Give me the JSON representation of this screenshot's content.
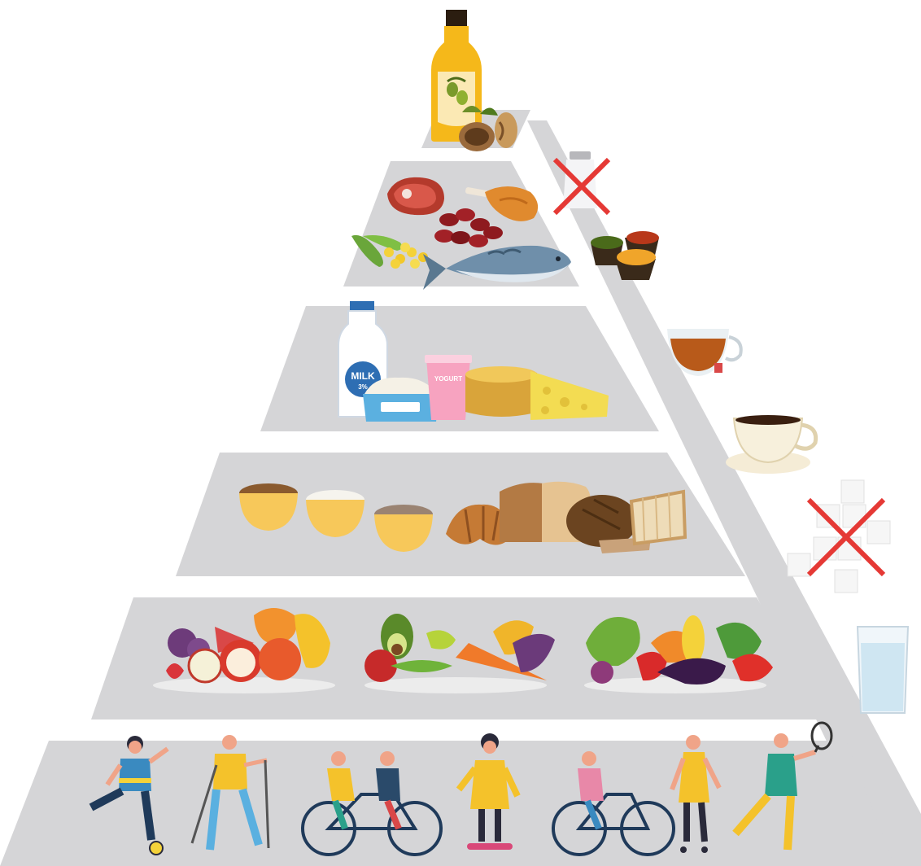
{
  "pyramid": {
    "tiers": [
      {
        "id": "oils-nuts",
        "items": [
          "olive-oil-bottle",
          "walnuts",
          "olive-leaves"
        ]
      },
      {
        "id": "protein",
        "items": [
          "steak",
          "chicken-drumstick",
          "kidney-beans",
          "edamame-pods",
          "chickpeas",
          "fish"
        ]
      },
      {
        "id": "dairy",
        "items": [
          "milk-bottle",
          "cottage-cheese",
          "yogurt-cup",
          "cheese-wheel",
          "cheese-wedge"
        ]
      },
      {
        "id": "grains",
        "items": [
          "buckwheat-bowl",
          "rice-bowl",
          "wild-rice-bowl",
          "croissant",
          "bread-loaf",
          "rye-bread",
          "sliced-bread"
        ]
      },
      {
        "id": "fruits-vegetables",
        "items": [
          "fruit-platter",
          "vegetable-platter",
          "mixed-vegetable-platter"
        ]
      },
      {
        "id": "physical-activity",
        "items": [
          "soccer-player",
          "nordic-walker",
          "tandem-cyclists",
          "skateboarder",
          "cyclist",
          "roller-skater",
          "tennis-player"
        ]
      }
    ],
    "side_column": [
      {
        "id": "salt-shaker",
        "crossed_out": true
      },
      {
        "id": "spices",
        "crossed_out": false
      },
      {
        "id": "tea-cup",
        "crossed_out": false
      },
      {
        "id": "coffee-cup",
        "crossed_out": false
      },
      {
        "id": "sugar-cubes",
        "crossed_out": true
      },
      {
        "id": "water-glass",
        "crossed_out": false
      }
    ],
    "labels": {
      "milk": "MILK",
      "milk_fat": "3%",
      "yogurt": "YOGURT"
    },
    "colors": {
      "tier_gray": "#d5d5d7",
      "cross_red": "#e53935",
      "background": "#ffffff"
    }
  }
}
